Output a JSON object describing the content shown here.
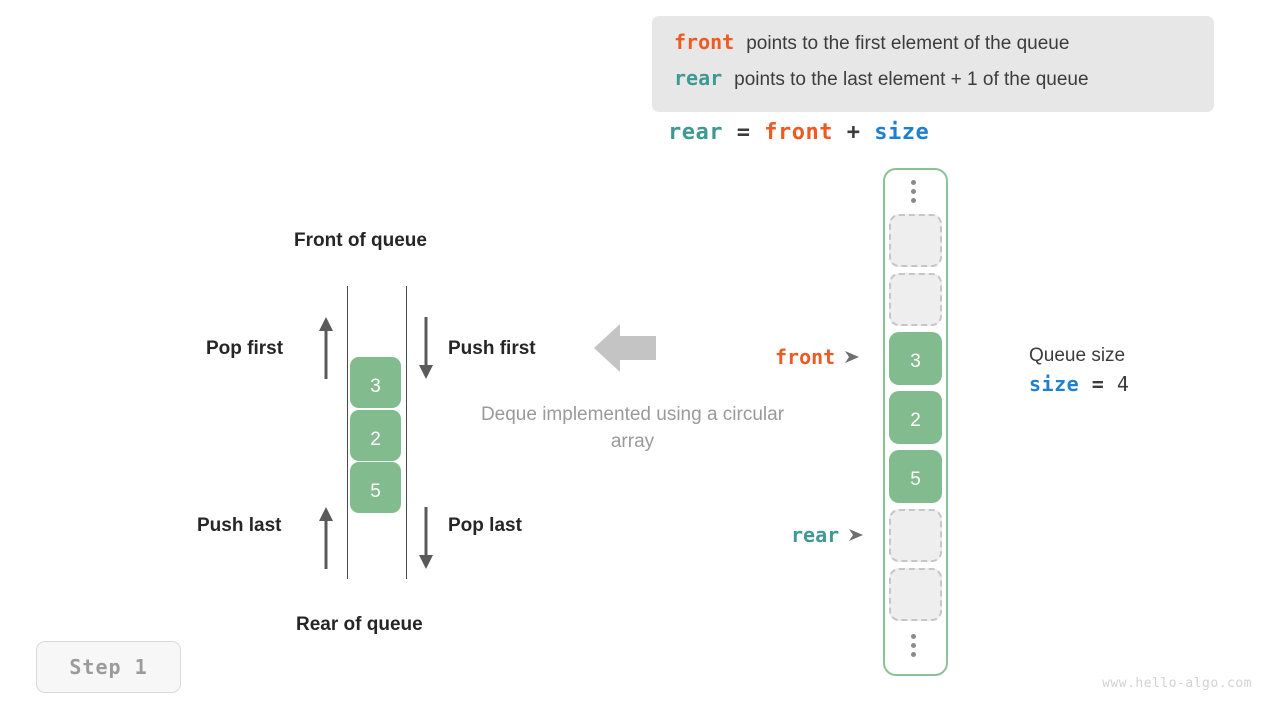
{
  "legend": {
    "lines": [
      {
        "keyword": "front",
        "keyword_color": "#f05a22",
        "text": "points to the first element of the queue"
      },
      {
        "keyword": "rear",
        "keyword_color": "#3d9991",
        "text": "points to the last element + 1 of the queue"
      }
    ]
  },
  "formula": {
    "lhs": "rear",
    "eq": "=",
    "rhs1": "front",
    "plus": "+",
    "rhs2": "size"
  },
  "deque_diagram": {
    "front_label": "Front of queue",
    "rear_label": "Rear of queue",
    "operations": {
      "pop_first": "Pop first",
      "push_first": "Push first",
      "push_last": "Push last",
      "pop_last": "Pop last"
    },
    "cells": [
      "3",
      "2",
      "5"
    ]
  },
  "caption": "Deque implemented using a circular array",
  "circular_array": {
    "top_ellipsis": "⋮",
    "bottom_ellipsis": "⋮",
    "cells": [
      {
        "value": "",
        "state": "empty"
      },
      {
        "value": "",
        "state": "empty"
      },
      {
        "value": "3",
        "state": "filled"
      },
      {
        "value": "2",
        "state": "filled"
      },
      {
        "value": "5",
        "state": "filled"
      },
      {
        "value": "",
        "state": "empty"
      },
      {
        "value": "",
        "state": "empty"
      }
    ],
    "pointers": {
      "front": "front",
      "rear": "rear"
    }
  },
  "size_note": {
    "title": "Queue size",
    "var": "size",
    "eq": "=",
    "value": "4"
  },
  "step": {
    "label": "Step 1"
  },
  "watermark": "www.hello-algo.com",
  "colors": {
    "front": "#f05a22",
    "rear": "#3d9991",
    "size": "#2080d0",
    "cell_fill": "#82bb8e",
    "array_border": "#8bc395",
    "empty_cell": "#eeeeee",
    "legend_bg": "#e7e7e7"
  }
}
